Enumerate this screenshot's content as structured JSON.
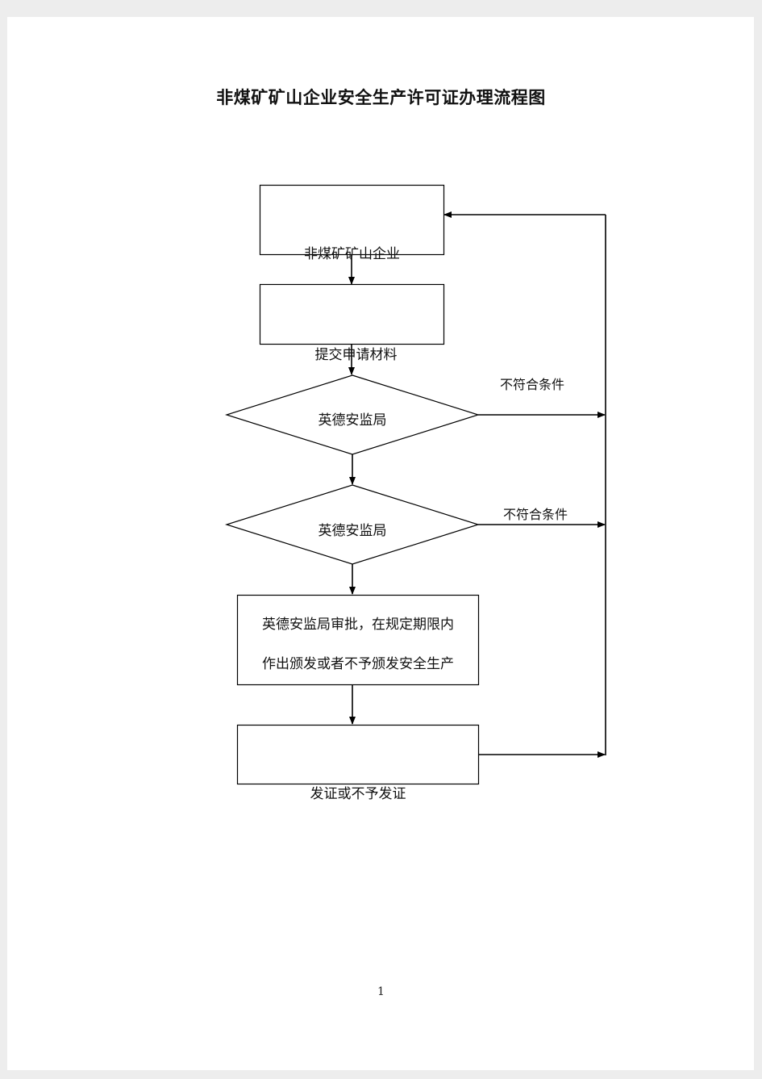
{
  "document": {
    "title": "非煤矿矿山企业安全生产许可证办理流程图",
    "page_number": "1"
  },
  "flowchart": {
    "nodes": {
      "enterprise": "非煤矿矿山企业",
      "submit": "提交申请材料",
      "review1": "英德安监局",
      "review2": "英德安监局",
      "approval_line1": "英德安监局审批，在规定期限内",
      "approval_line2": "作出颁发或者不予颁发安全生产",
      "result": "发证或不予发证"
    },
    "edges": {
      "reject1": "不符合条件",
      "reject2": "不符合条件"
    }
  }
}
